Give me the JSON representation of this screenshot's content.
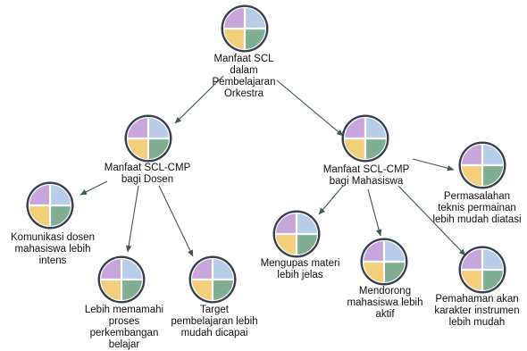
{
  "colors": {
    "q_purple": "#c8a6dc",
    "q_blue": "#b8cde8",
    "q_yellow": "#f3cf7c",
    "q_green": "#7fae92",
    "ring": "#36414f",
    "edge": "#3e5a4c"
  },
  "nodes": {
    "root": {
      "label": "Manfaat SCL\ndalam\nPembelajaran\nOrkestra"
    },
    "dosen": {
      "label": "Manfaat SCL-CMP\nbagi Dosen"
    },
    "mahasiswa": {
      "label": "Manfaat SCL-CMP\nbagi Mahasiswa"
    },
    "komunikasi": {
      "label": "Komunikasi dosen\nmahasiswa lebih\nintens"
    },
    "memahami": {
      "label": "Lebih memamahi\nproses\nperkembangan\nbelajar"
    },
    "target": {
      "label": "Target\npembelajaran lebih\nmudah dicapai"
    },
    "permasalahan": {
      "label": "Permasalahan\nteknis permainan\nlebih mudah diatasi"
    },
    "mengupas": {
      "label": "Mengupas materi\nlebih jelas"
    },
    "mendorong": {
      "label": "Mendorong\nmahasiswa lebih\naktif"
    },
    "pemahaman": {
      "label": "Pemahaman akan\nkarakter instrumen\nlebih mudah"
    }
  }
}
